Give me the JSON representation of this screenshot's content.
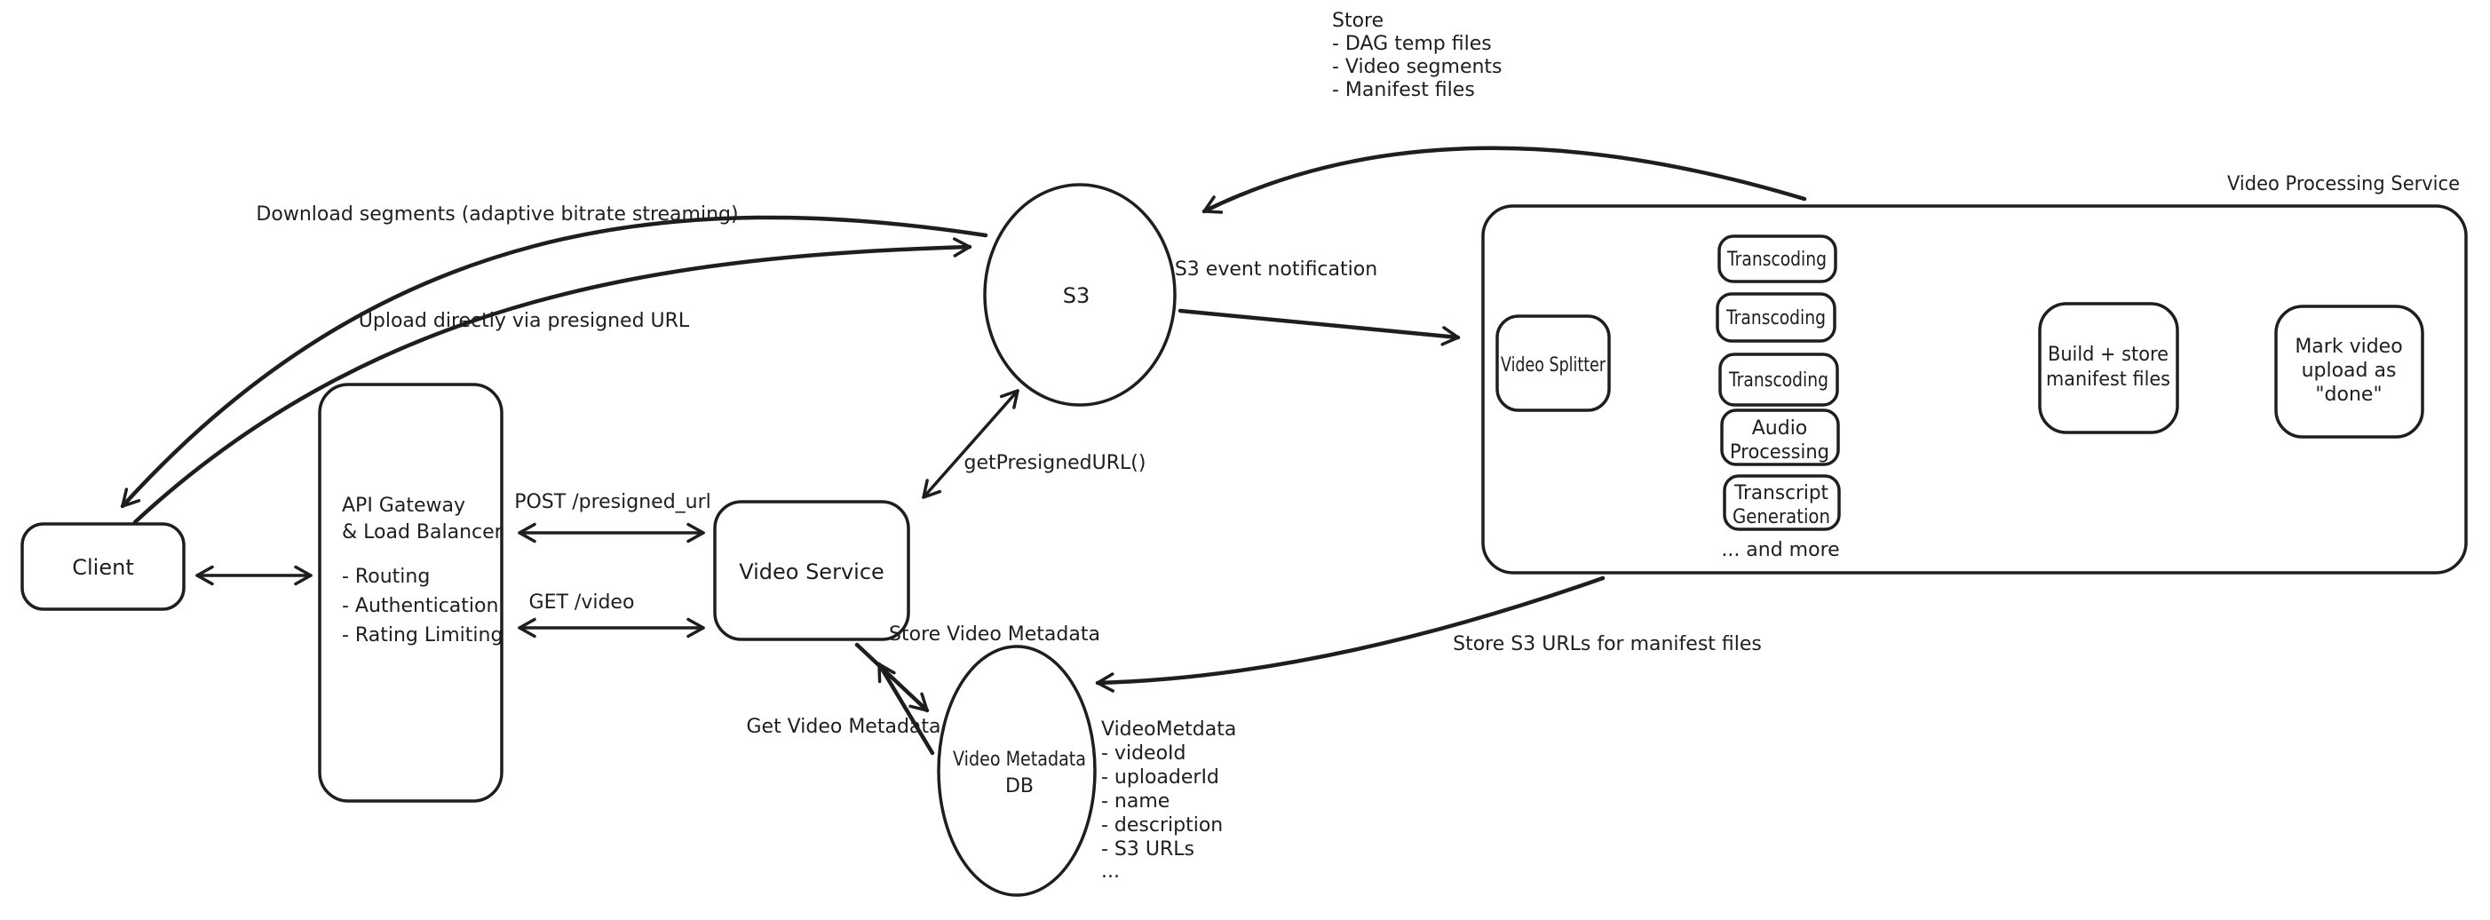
{
  "colors": {
    "stroke": "#1e1e1e",
    "background": "#ffffff"
  },
  "nodes": {
    "client": {
      "label": "Client"
    },
    "api_gateway": {
      "title_lines": [
        "API Gateway",
        "& Load Balancer"
      ],
      "bullets": [
        "- Routing",
        "- Authentication",
        "- Rating Limiting"
      ]
    },
    "video_service": {
      "label": "Video Service"
    },
    "s3": {
      "label": "S3"
    },
    "video_metadata_db": {
      "lines": [
        "Video Metadata",
        "DB"
      ]
    },
    "video_processing_service": {
      "title": "Video Processing Service"
    },
    "video_splitter": {
      "label": "Video Splitter"
    },
    "transcoding_1": {
      "label": "Transcoding"
    },
    "transcoding_2": {
      "label": "Transcoding"
    },
    "transcoding_3": {
      "label": "Transcoding"
    },
    "audio_processing": {
      "lines": [
        "Audio",
        "Processing"
      ]
    },
    "transcript_generation": {
      "lines": [
        "Transcript",
        "Generation"
      ]
    },
    "and_more": {
      "label": "... and more"
    },
    "build_store_manifest": {
      "lines": [
        "Build + store",
        "manifest files"
      ]
    },
    "mark_video_done": {
      "lines": [
        "Mark video",
        "upload as",
        "\"done\""
      ]
    }
  },
  "edge_labels": {
    "download_segments": "Download segments (adaptive bitrate streaming)",
    "upload_presigned": "Upload directly via presigned URL",
    "post_presigned_url": "POST /presigned_url",
    "get_video": "GET /video",
    "get_presigned_url_fn": "getPresignedURL()",
    "s3_event_notification": "S3 event notification",
    "store_video_metadata": "Store Video Metadata",
    "get_video_metadata": "Get Video Metadata",
    "store_s3_urls": "Store S3 URLs for manifest files"
  },
  "annotations": {
    "s3_store_note": {
      "lines": [
        "Store",
        "- DAG temp files",
        "- Video segments",
        "- Manifest files"
      ]
    },
    "video_metadata_schema": {
      "lines": [
        "VideoMetdata",
        "- videoId",
        "- uploaderId",
        "- name",
        "- description",
        "- S3 URLs",
        "..."
      ]
    }
  }
}
